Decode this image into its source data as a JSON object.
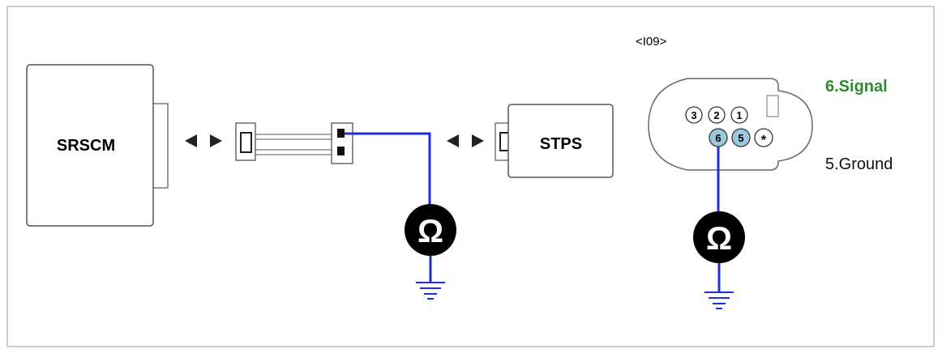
{
  "connector_id": "<I09>",
  "modules": {
    "left": "SRSCM",
    "right": "STPS"
  },
  "meter_symbol": "Ω",
  "pins": {
    "top_row": [
      "3",
      "2",
      "1"
    ],
    "bottom_row": [
      "6",
      "5",
      "*"
    ]
  },
  "pin_labels": {
    "signal": "6.Signal",
    "ground": "5.Ground"
  },
  "colors": {
    "wire": "#1f2fd6",
    "signal_text": "#2e8b2e",
    "highlight_pin": "#9cc8dc",
    "meter": "#000000"
  }
}
